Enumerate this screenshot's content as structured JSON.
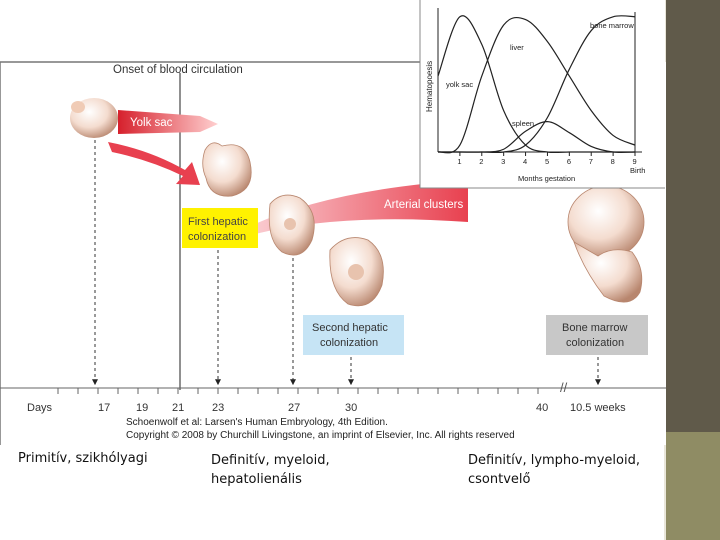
{
  "figure": {
    "onset_label": "Onset of blood circulation",
    "yolk_sac_label": "Yolk sac",
    "arterial_label": "Arterial clusters",
    "first_hepatic": [
      "First hepatic",
      "colonization"
    ],
    "second_hepatic": [
      "Second hepatic",
      "colonization"
    ],
    "bone_marrow_colonization": [
      "Bone marrow",
      "colonization"
    ],
    "days_label": "Days",
    "day_ticks": [
      "17",
      "19",
      "21",
      "23",
      "27",
      "30",
      "40"
    ],
    "weeks_label": "10.5 weeks",
    "credit_line1": "Schoenwolf et al: Larsen's Human Embryology, 4th Edition.",
    "credit_line2": "Copyright © 2008 by Churchill Livingstone, an imprint of Elsevier, Inc. All rights reserved"
  },
  "inset": {
    "y_axis_label": "Hematopoesis",
    "x_axis_label": "Months gestation",
    "birth_label": "Birth",
    "curve_labels": {
      "yolk_sac": "yolk sac",
      "liver": "liver",
      "spleen": "spleen",
      "bone_marrow": "bone marrow"
    }
  },
  "chart_data": {
    "type": "line",
    "x": [
      0,
      1,
      2,
      3,
      4,
      5,
      6,
      7,
      8,
      9
    ],
    "x_ticks": [
      "1",
      "2",
      "3",
      "4",
      "5",
      "6",
      "7",
      "8",
      "9"
    ],
    "xlabel": "Months gestation",
    "ylabel": "Hematopoesis",
    "series": [
      {
        "name": "yolk sac",
        "values": [
          0.55,
          0.98,
          0.78,
          0.3,
          0.05,
          0,
          0,
          0,
          0,
          0
        ]
      },
      {
        "name": "liver",
        "values": [
          0,
          0.05,
          0.55,
          0.92,
          0.96,
          0.8,
          0.55,
          0.3,
          0.12,
          0.05
        ]
      },
      {
        "name": "spleen",
        "values": [
          0,
          0,
          0,
          0.02,
          0.15,
          0.22,
          0.14,
          0.04,
          0,
          0
        ]
      },
      {
        "name": "bone marrow",
        "values": [
          0,
          0,
          0,
          0,
          0.05,
          0.25,
          0.6,
          0.88,
          0.98,
          0.98
        ]
      }
    ]
  },
  "captions": {
    "primitive": "Primitív, szikhólyagi",
    "definitive_myeloid": "Definitív, myeloid,\nhepatolienális",
    "definitive_lympho": "Definitív, lympho-myeloid,\ncsontvelő"
  },
  "colors": {
    "sidebar_dark": "#605a4a",
    "sidebar_olive": "#8f8c64",
    "label_yellow": "#fff200",
    "label_blue": "#c6e4f5",
    "label_gray": "#c8c8c8",
    "arrow_red": "#e8404f"
  }
}
